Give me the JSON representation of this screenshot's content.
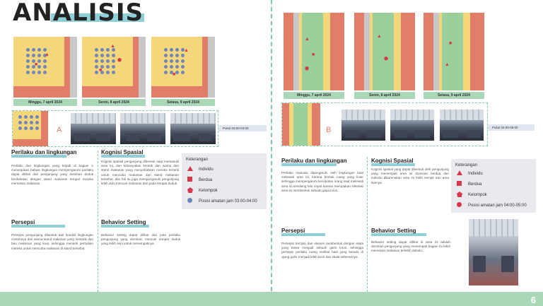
{
  "page": {
    "title": "ANALISIS",
    "number": "6"
  },
  "left": {
    "dates": [
      "Minggu, 7 april 2024",
      "Senin, 8 april 2024",
      "Selasa, 9 april 2024"
    ],
    "area_tag": "A",
    "location_label": "Pukul 03:00-04:00",
    "perilaku": {
      "heading": "Perilaku dan lingkungan",
      "text": "Perilaku dan lingkungan yang terjadi di bagian A menunjukan bahwa lingkungan mempengaruhi perilaku dapat dilihat dari pengunjung yang dominan duduk berdekatan dengan stand makanan tempat mereka memesan makanan."
    },
    "kognisi": {
      "heading": "Kognisi Spasial",
      "text": "Kognisi spasial pengunjung dibentuk saat memasuki area ini, dan kebanyakan bentuk dan warna dari stand makanan yang menyebabkan mereka tertarik untuk mencoba makanan dari stand makanan tersebut. dan hal itu juga mempengaruhi pengunjung lebih dulu mencari makanan dan pada tempat duduk."
    },
    "persepsi": {
      "heading": "Persepsi",
      "text": "Persepsi pengunjung dibentuk dari kondisi lingkungan contohnya dari warna stand makanan yang menarik dan bau makanan yang kuat, sehingga menarik perhatian mereka untuk mencoba makanan di stand tersebut."
    },
    "behavior": {
      "heading": "Behavior Setting",
      "text": "Behavior setting dapat dilihat dari pola perilaku pengunjung yang dominan mencari tempat duduk yang lebih sepi untuk menempatinya."
    },
    "legend": {
      "title": "Keterangan",
      "items": [
        "Individu",
        "Berdua",
        "Kelompok",
        "Posisi amatan jam 03:00-04:00"
      ]
    }
  },
  "right": {
    "dates": [
      "Minggu, 7 april 2024",
      "Senin, 8 april 2024",
      "Selasa, 9 april 2024"
    ],
    "area_tag": "B",
    "location_label": "Pukul 04:00-05:00",
    "perilaku": {
      "heading": "Perilaku dan lingkungan",
      "text": "Perilaku manusia dipengaruhi oleh lingkungan saat melewati area ini, karena bentuk ruang yang linier sehingga mempengaruhi kecepatan orang saat melewati area ini.sendiang lalu cepat karena merupakan sirkulasi area ini membentuk sebuah gaya lurus."
    },
    "kognisi": {
      "heading": "Kognisi Spasial",
      "text": "Kognisi spasial yang dapat dibentuk oleh pengunjung yang menempati area ini dominan berdua dan individu dikarenakan area ini lebih sempit dari area lainnya."
    },
    "persepsi": {
      "heading": "Persepsi",
      "text": "Persepsi tercipta dari elemen pembentuk dengan skala yang besar menjadi sebuah garis lurus, sehingga persepsi perilaku ruang melihat hal2 yang berada di ujung garis menjadi lebih kecil dan skala sebenarnya."
    },
    "behavior": {
      "heading": "Behavior Setting",
      "text": "Behavior setting dapat dilihat di area ini adalah dominan pengunjung yang menempati bagian ini lebih memesan makanan terlebih dahulu."
    },
    "legend": {
      "title": "Keterangan",
      "items": [
        "Individu",
        "Berdua",
        "Kelompok",
        "Posisi amatan jam 04:00-05:00"
      ]
    }
  }
}
